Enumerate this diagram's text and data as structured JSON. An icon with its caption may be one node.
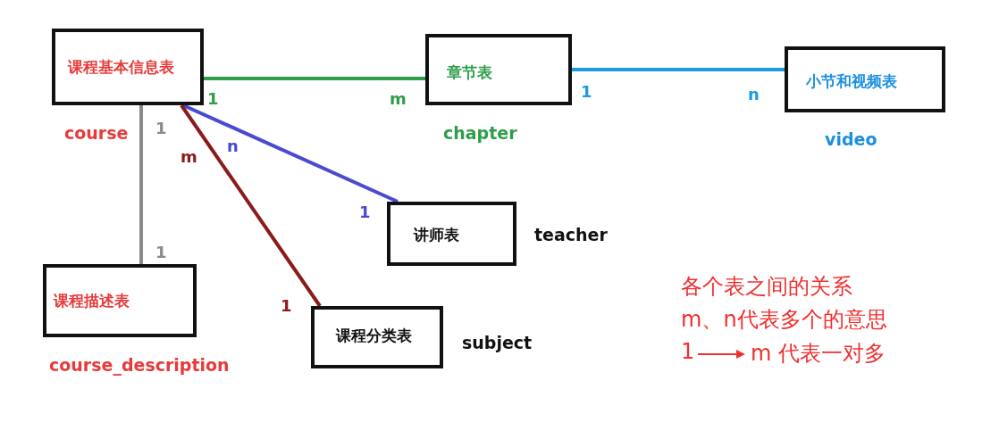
{
  "diagram": {
    "nodes": [
      {
        "text": [
          "课程基本信息表"
        ],
        "beside": [
          "course"
        ]
      },
      {
        "text": [
          "章节表"
        ],
        "beside": [
          "chapter"
        ]
      },
      {
        "text": [
          "小节和视频表"
        ],
        "beside": [
          "video"
        ]
      },
      {
        "text": [
          "讲师表"
        ],
        "beside": [
          "teacher"
        ]
      },
      {
        "text": [
          "课程描述表"
        ],
        "beside": [
          "course_description"
        ]
      },
      {
        "text": [
          "课程分类表"
        ],
        "beside": [
          "subject"
        ]
      }
    ],
    "edges": [
      {
        "from": 0,
        "to": 1,
        "arrow": "none",
        "color": "#2e9e4a"
      },
      {
        "from": 1,
        "to": 2,
        "arrow": "none",
        "color": "#1a9be6"
      },
      {
        "from": 0,
        "to": 3,
        "arrow": "none",
        "color": "#4a4ad0"
      },
      {
        "from": 0,
        "to": 5,
        "arrow": "none",
        "color": "#8b1a1a"
      },
      {
        "from": 0,
        "to": 4,
        "arrow": "none",
        "color": "#8a8a8a"
      }
    ],
    "labels": [
      "1",
      "m",
      "1",
      "n",
      "1",
      "m",
      "n",
      "1",
      "1",
      "1",
      "各个表之间的关系",
      "m、n代表多个的意思",
      "1",
      "m 代表一对多"
    ]
  }
}
